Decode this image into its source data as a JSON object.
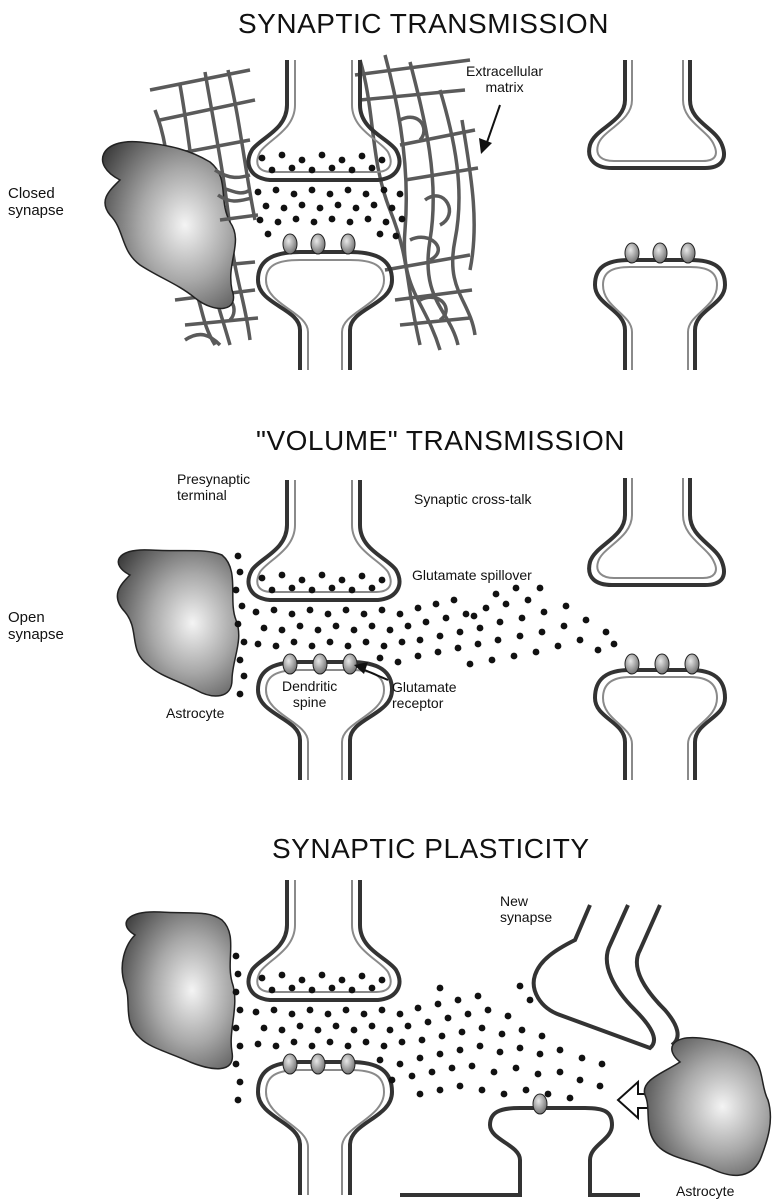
{
  "panels": [
    {
      "title": "SYNAPTIC TRANSMISSION",
      "side_label": [
        "Closed",
        "synapse"
      ],
      "labels": {
        "ecm": [
          "Extracellular",
          "matrix"
        ]
      }
    },
    {
      "title": "\"VOLUME\" TRANSMISSION",
      "side_label": [
        "Open",
        "synapse"
      ],
      "labels": {
        "presynaptic": [
          "Presynaptic",
          "terminal"
        ],
        "crosstalk": "Synaptic cross-talk",
        "spillover": "Glutamate spillover",
        "spine": [
          "Dendritic",
          "spine"
        ],
        "receptor": [
          "Glutamate",
          "receptor"
        ],
        "astrocyte": "Astrocyte"
      }
    },
    {
      "title": "SYNAPTIC PLASTICITY",
      "labels": {
        "new_synapse": [
          "New",
          "synapse"
        ],
        "astrocyte": "Astrocyte"
      }
    }
  ]
}
